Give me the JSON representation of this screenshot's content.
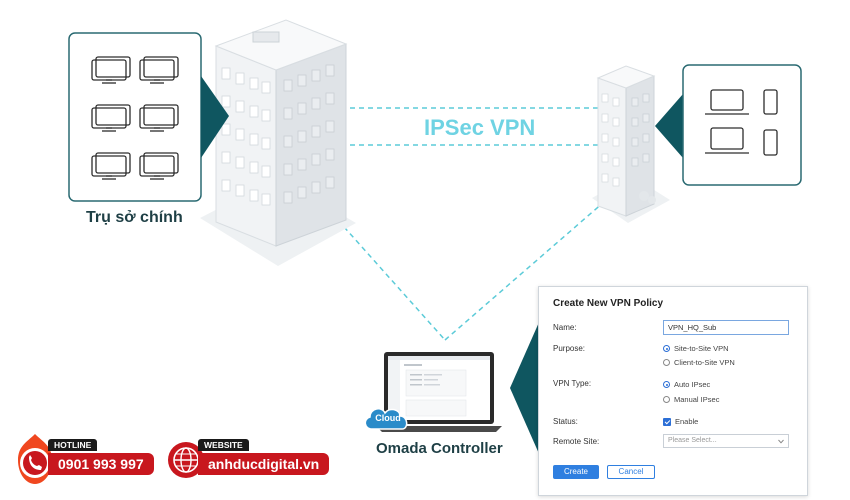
{
  "diagram": {
    "vpn_label": "IPSec VPN",
    "headquarters_label": "Trụ sở chính",
    "controller_label": "Omada Controller",
    "cloud_label": "Cloud"
  },
  "vpn_policy_form": {
    "title": "Create New VPN Policy",
    "name_label": "Name:",
    "name_value": "VPN_HQ_Sub",
    "purpose_label": "Purpose:",
    "purpose_options": [
      "Site-to-Site VPN",
      "Client-to-Site VPN"
    ],
    "purpose_selected": "Site-to-Site VPN",
    "vpn_type_label": "VPN Type:",
    "vpn_type_options": [
      "Auto IPsec",
      "Manual IPsec"
    ],
    "vpn_type_selected": "Auto IPsec",
    "status_label": "Status:",
    "status_option": "Enable",
    "remote_site_label": "Remote Site:",
    "remote_site_placeholder": "Please Select...",
    "create_button": "Create",
    "cancel_button": "Cancel"
  },
  "contact": {
    "hotline_label": "HOTLINE",
    "hotline_value": "0901 993 997",
    "website_label": "WEBSITE",
    "website_value": "anhducdigital.vn"
  },
  "colors": {
    "teal_dark": "#0f5660",
    "teal_border": "#2a6a72",
    "vpn_text": "#6fd3e3",
    "dashed_line": "#5ccbd8",
    "brand_red": "#c8171e",
    "button_blue": "#2f7fe0"
  },
  "icons": {
    "hq_devices": "desktop-monitor-icon",
    "branch_devices": [
      "laptop-icon",
      "smartphone-icon"
    ],
    "cloud": "cloud-icon",
    "hotline": "phone-icon",
    "website": "globe-icon"
  }
}
